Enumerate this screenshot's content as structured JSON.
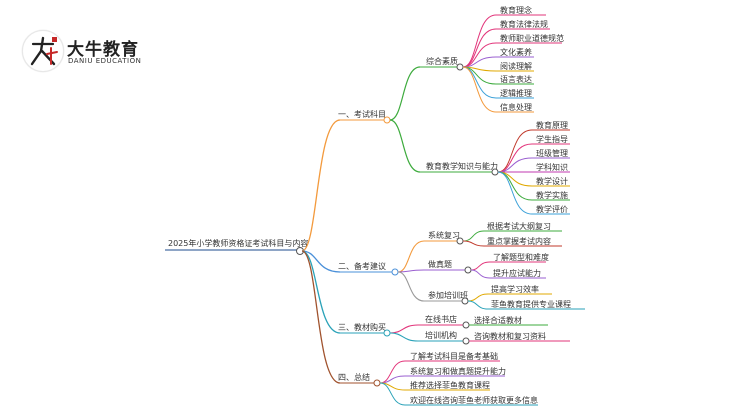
{
  "logo": {
    "title": "大牛教育",
    "subtitle": "DANIU EDUCATION"
  },
  "root": {
    "label": "2025年小学教师资格证考试科目与内容"
  },
  "branches": [
    {
      "label": "一、考试科目",
      "color": "#f39a3d",
      "children": [
        {
          "label": "综合素质",
          "color": "#3dab3d",
          "leaves": [
            "教育理念",
            "教育法律法规",
            "教师职业道德规范",
            "文化素养",
            "阅读理解",
            "语言表达",
            "逻辑推理",
            "信息处理"
          ]
        },
        {
          "label": "教育教学知识与能力",
          "color": "#3dab3d",
          "leaves": [
            "教育原理",
            "学生指导",
            "班级管理",
            "学科知识",
            "教学设计",
            "教学实施",
            "教学评价"
          ]
        }
      ]
    },
    {
      "label": "二、备考建议",
      "color": "#4a90d9",
      "children": [
        {
          "label": "系统复习",
          "color": "#f39a3d",
          "leaves": [
            "根据考试大纲复习",
            "重点掌握考试内容"
          ]
        },
        {
          "label": "做真题",
          "color": "#9a5fd0",
          "leaves": [
            "了解题型和难度",
            "提升应试能力"
          ]
        },
        {
          "label": "参加培训班",
          "color": "#999999",
          "leaves": [
            "提高学习效率",
            "菲鱼教育提供专业课程"
          ]
        }
      ]
    },
    {
      "label": "三、教材购买",
      "color": "#2aa2b8",
      "children": [
        {
          "label": "在线书店",
          "color": "#e2347a",
          "leaves": [
            "选择合适教材"
          ]
        },
        {
          "label": "培训机构",
          "color": "#2aa2b8",
          "leaves": [
            "咨询教材和复习资料"
          ]
        }
      ]
    },
    {
      "label": "四、总结",
      "color": "#a0522d",
      "leaves": [
        "了解考试科目是备考基础",
        "系统复习和做真题提升能力",
        "推荐选择菲鱼教育课程",
        "欢迎在线咨询菲鱼老师获取更多信息"
      ]
    }
  ]
}
